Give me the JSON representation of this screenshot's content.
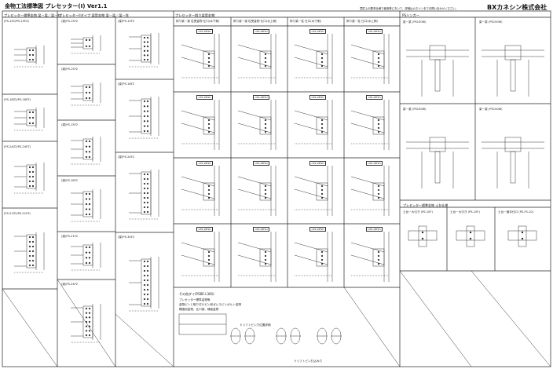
{
  "header": {
    "title": "金物工法標準図 プレセッター(I) Ver1.1",
    "notice": "意匠上の要求仕様で使用等において、詳細はカネシンまでお問い合わせください。",
    "logo": "BXカネシン株式会社"
  },
  "col1": {
    "heading": "プレセッター標準金物 梁－梁／梁－柱",
    "labels": [
      "(PS-15O/PS-15FZ)",
      "(PS-18Z2/PS-18FZ)",
      "(PS-24Z2/PS-24FZ)",
      "(PS-21Z2/PS-21FZ)"
    ]
  },
  "col2": {
    "heading": "プレセッターIIタイプ 梁受金物 梁－梁／梁－柱",
    "labels": [
      "(梁)PS-15F2",
      "(梁)PS-15F2",
      "(梁)PS-15F2",
      "(梁)PS-18F2",
      "(梁)PS-21F2",
      "(梁)PS-24F2"
    ]
  },
  "col3": {
    "labels": [
      "(梁)PS-15F2",
      "(梁)PS-18F2",
      "(梁)PS-24F2",
      "(梁)PS-30F2"
    ]
  },
  "col4": {
    "heading": "プレセッター斜り梁受金物",
    "subheads": [
      "斜り梁－梁 柱受金物 仕口(水下側)",
      "斜り梁－梁 柱受金物 仕口(水上側)",
      "斜り梁－柱 仕口(水下側)",
      "斜り梁－柱 仕口(水上側)"
    ],
    "tag": "<PS-18FZ>",
    "note_title": "その他ダイ(PSBE-L360)",
    "note_lines": [
      "プレセッター標準金物等",
      "金物ピンと取り付けピン前ぜいスピンボルト金物",
      "構造用金物、仕口部、補強金物"
    ],
    "detail_label": "ドリフトピン穴位置詳細",
    "footer_note": "ドリフトピン打込み穴"
  },
  "col5": {
    "heading": "PSハンガー",
    "labels": [
      "梁－梁 (PS150W)",
      "梁－梁 (PS150W)",
      "梁－梁 (PS150W)",
      "梁－梁 (PS150W)"
    ],
    "bottom_heading": "プレセッター標準金物 土台仕様",
    "bottom_labels": [
      "土台－大引き (PS-10F)",
      "土台－大引き (PS-10F)",
      "土台－継手仕口 (PS-FS-10)"
    ]
  }
}
